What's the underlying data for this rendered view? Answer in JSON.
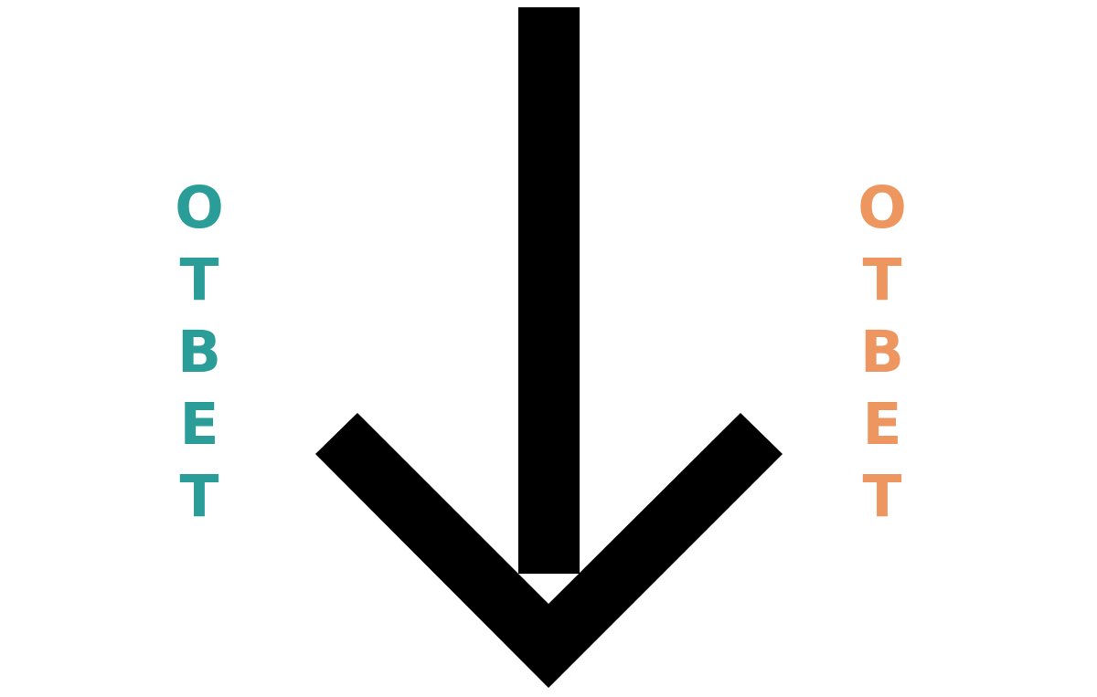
{
  "left_word": {
    "text": "ОТВЕТ",
    "letters": [
      "О",
      "Т",
      "В",
      "Е",
      "Т"
    ],
    "color": "#2a9d99"
  },
  "right_word": {
    "text": "ОТВЕТ",
    "letters": [
      "О",
      "Т",
      "В",
      "Е",
      "Т"
    ],
    "color": "#ee965f"
  },
  "arrow": {
    "icon": "arrow-down-icon",
    "color": "#000000"
  }
}
